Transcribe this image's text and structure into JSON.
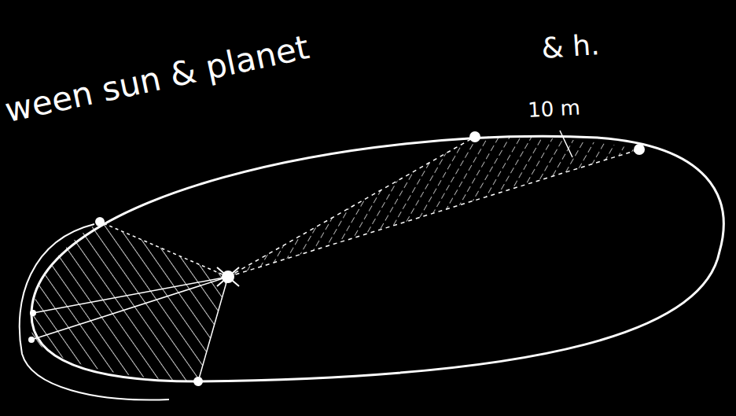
{
  "diagram": {
    "labels": [
      "ween sun & planet",
      "& h.",
      "10 m"
    ]
  }
}
